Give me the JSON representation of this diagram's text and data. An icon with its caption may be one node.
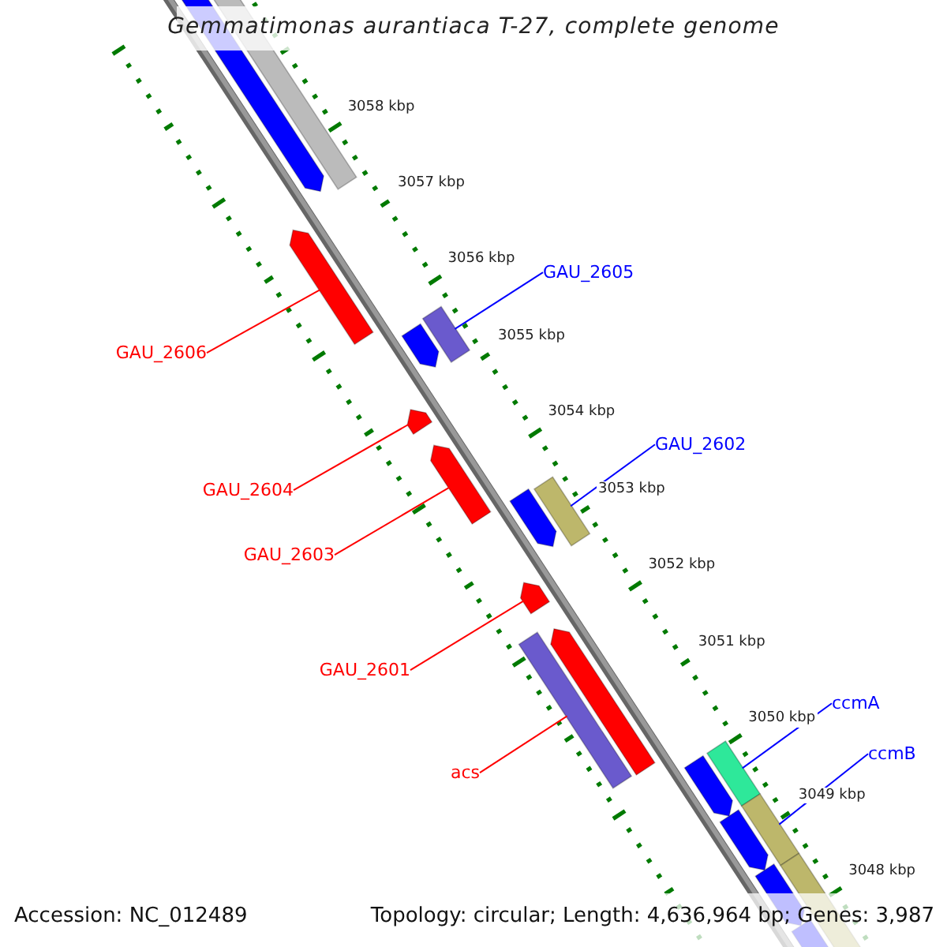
{
  "diagram": {
    "title": "Gemmatimonas aurantiaca T-27, complete genome",
    "nodes": [
      {
        "text": [
          "GAU_2605"
        ]
      },
      {
        "text": [
          "GAU_2606"
        ]
      },
      {
        "text": [
          "GAU_2602"
        ]
      },
      {
        "text": [
          "GAU_2604"
        ]
      },
      {
        "text": [
          "GAU_2603"
        ]
      },
      {
        "text": [
          "GAU_2601"
        ]
      },
      {
        "text": [
          "ccmA"
        ]
      },
      {
        "text": [
          "ccmB"
        ]
      },
      {
        "text": [
          "acs"
        ]
      },
      {
        "text": [],
        "shape": "bar"
      },
      {
        "text": [],
        "shape": "bar"
      },
      {
        "text": [],
        "shape": "bar"
      },
      {
        "text": [],
        "shape": "bar"
      },
      {
        "text": [],
        "shape": "bar"
      },
      {
        "text": [],
        "shape": "bar"
      },
      {
        "text": [],
        "shape": "bar"
      },
      {
        "text": [],
        "shape": "bar"
      },
      {
        "text": [],
        "shape": "bar"
      },
      {
        "text": [],
        "shape": "bar"
      },
      {
        "text": [],
        "shape": "bar"
      },
      {
        "text": [],
        "shape": "bar"
      },
      {
        "text": [],
        "shape": "bar"
      },
      {
        "text": [],
        "shape": "bar"
      },
      {
        "text": [],
        "shape": "bar"
      },
      {
        "text": [],
        "shape": "bar"
      },
      {
        "text": [],
        "shape": "bar"
      },
      {
        "text": [],
        "shape": "bar"
      },
      {
        "text": [],
        "shape": "bar"
      }
    ],
    "edges": [
      {
        "from": 0,
        "to": 12,
        "arrow": "none",
        "color": "#0000ff"
      },
      {
        "from": 1,
        "to": 11,
        "arrow": "none"
      },
      {
        "from": 2,
        "to": 17,
        "arrow": "none",
        "color": "#0000ff"
      },
      {
        "from": 3,
        "to": 14,
        "arrow": "none"
      },
      {
        "from": 4,
        "to": 15,
        "arrow": "none"
      },
      {
        "from": 5,
        "to": 18,
        "arrow": "none"
      },
      {
        "from": 6,
        "to": 22,
        "arrow": "none",
        "color": "#0000ff"
      },
      {
        "from": 7,
        "to": 23,
        "arrow": "none",
        "color": "#0000ff"
      },
      {
        "from": 8,
        "to": 19,
        "arrow": "none"
      }
    ],
    "labels": [
      "3058 kbp",
      "3057 kbp",
      "3056 kbp",
      "3055 kbp",
      "3054 kbp",
      "3053 kbp",
      "3052 kbp",
      "3051 kbp",
      "3050 kbp",
      "3049 kbp",
      "3048 kbp",
      "Accession: NC_012489",
      "Topology: circular; Length: 4,636,964 bp; Genes: 3,987"
    ]
  }
}
